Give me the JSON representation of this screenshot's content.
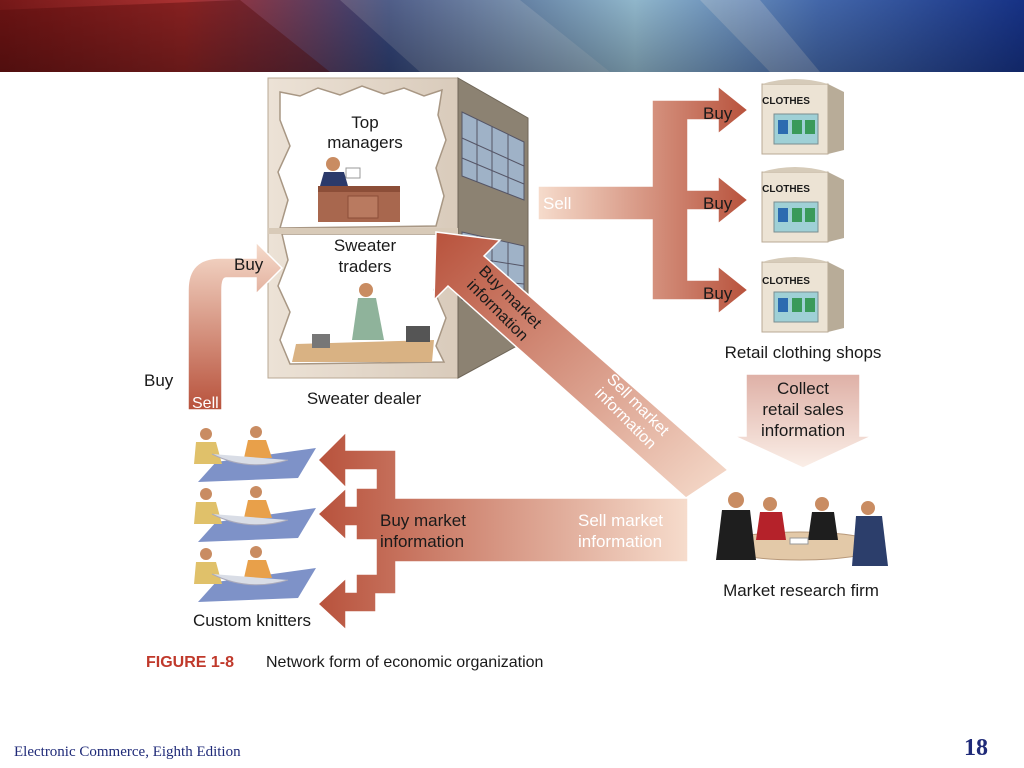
{
  "slide": {
    "footer": "Electronic Commerce, Eighth Edition",
    "page_number": "18"
  },
  "figure": {
    "number": "FIGURE 1-8",
    "caption": "Network form of economic organization"
  },
  "sweater_dealer": {
    "label": "Sweater dealer",
    "top_managers": [
      "Top",
      "managers"
    ],
    "sweater_traders": [
      "Sweater",
      "traders"
    ]
  },
  "retail": {
    "label": "Retail clothing shops",
    "sign": "CLOTHES",
    "sell": "Sell",
    "buy": "Buy"
  },
  "knitters": {
    "label": "Custom knitters",
    "buy_outside": "Buy",
    "sell": "Sell",
    "buy": "Buy"
  },
  "market_research": {
    "label": "Market research firm",
    "collect": [
      "Collect",
      "retail sales",
      "information"
    ]
  },
  "flows": {
    "buy_market_info_diag": [
      "Buy market",
      "information"
    ],
    "sell_market_info_diag": [
      "Sell market",
      "information"
    ],
    "buy_market_info_bottom": [
      "Buy market",
      "information"
    ],
    "sell_market_info_bottom": [
      "Sell market",
      "information"
    ]
  },
  "colors": {
    "arrow_dark": "#b8523c",
    "arrow_light": "#f6dccc",
    "figure_label": "#c0392b",
    "footer": "#1f2a78"
  }
}
